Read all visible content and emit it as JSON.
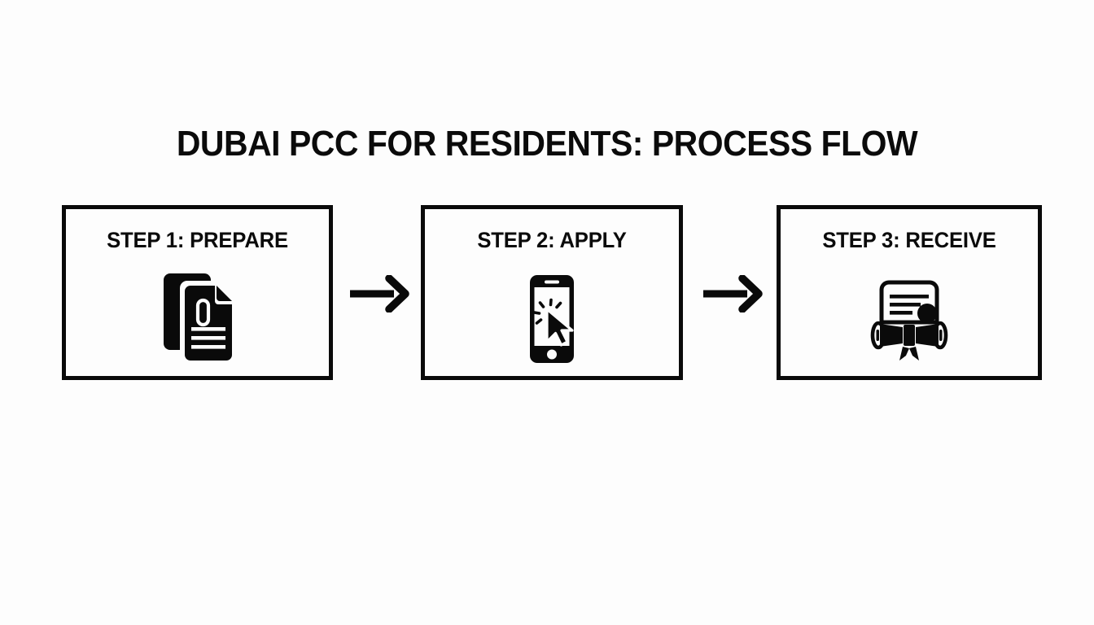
{
  "page": {
    "title": "DUBAI PCC FOR RESIDENTS: PROCESS FLOW",
    "background_color": "#fdfdfd",
    "ink_color": "#0a0a0a"
  },
  "diagram": {
    "type": "process-flow",
    "orientation": "horizontal",
    "step_count": 3,
    "steps": [
      {
        "id": "step-1",
        "label": "STEP 1: PREPARE",
        "icon": "documents-icon",
        "icon_description": "stacked documents with paperclip and text lines"
      },
      {
        "id": "step-2",
        "label": "STEP 2: APPLY",
        "icon": "smartphone-click-icon",
        "icon_description": "smartphone with cursor arrow and click burst"
      },
      {
        "id": "step-3",
        "label": "STEP 3: RECEIVE",
        "icon": "certificate-icon",
        "icon_description": "certificate with seal and ribbon"
      }
    ],
    "connectors": [
      {
        "id": "arrow-1",
        "icon": "arrow-right-icon",
        "from": "step-1",
        "to": "step-2"
      },
      {
        "id": "arrow-2",
        "icon": "arrow-right-icon",
        "from": "step-2",
        "to": "step-3"
      }
    ]
  }
}
